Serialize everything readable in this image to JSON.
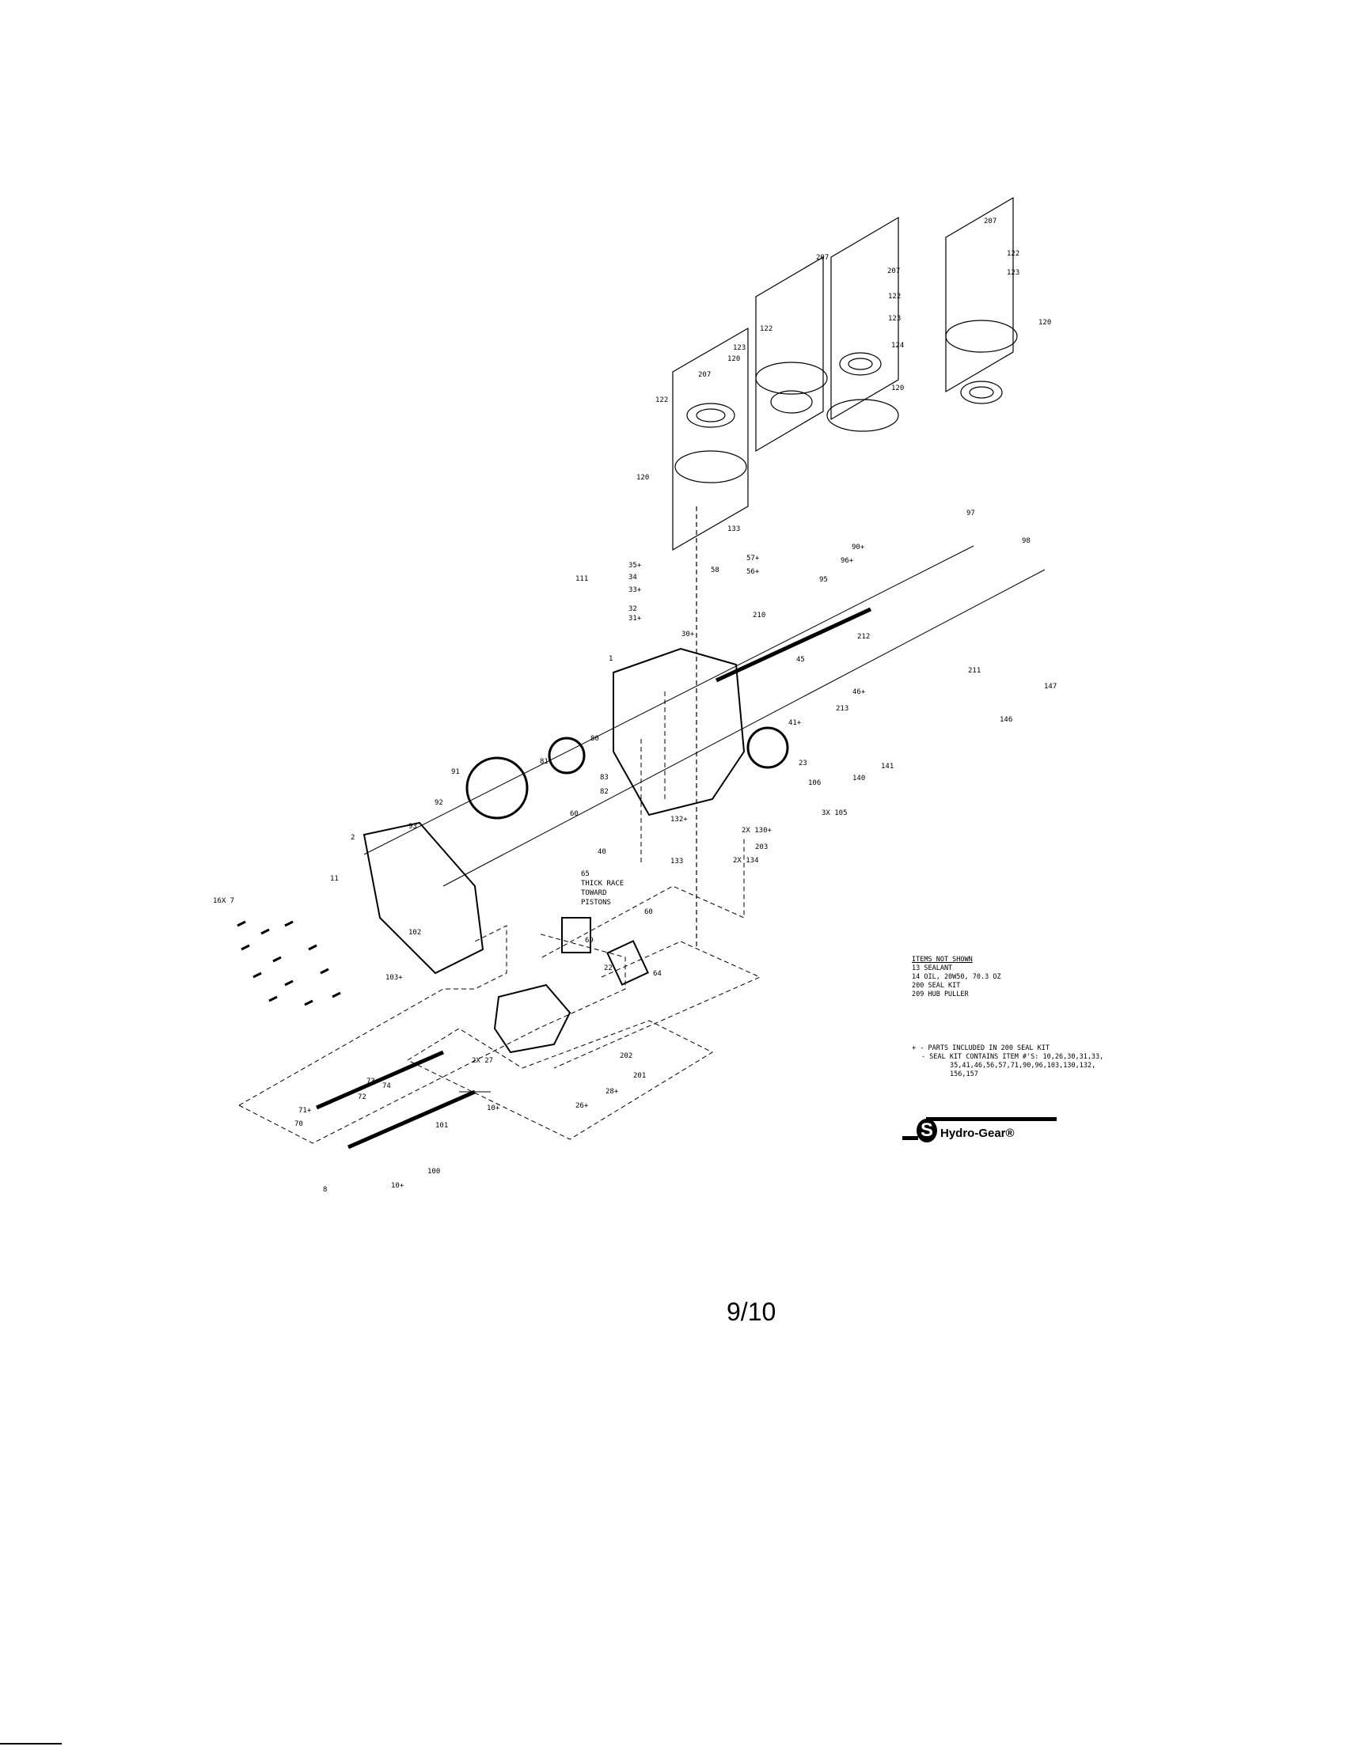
{
  "callouts": [
    "207",
    "207",
    "207",
    "207",
    "122",
    "123",
    "120",
    "122",
    "123",
    "124",
    "120",
    "122",
    "123",
    "120",
    "122",
    "120",
    "133",
    "57+",
    "56+",
    "58",
    "35+",
    "34",
    "33+",
    "32",
    "31+",
    "30+",
    "111",
    "210",
    "212",
    "95",
    "96+",
    "90+",
    "97",
    "98",
    "1",
    "45",
    "46+",
    "211",
    "213",
    "147",
    "146",
    "141",
    "140",
    "41+",
    "23",
    "106",
    "3X 105",
    "2X 130+",
    "132+",
    "203",
    "133",
    "2X 134",
    "80",
    "81",
    "83",
    "82",
    "60",
    "91",
    "92",
    "93",
    "40",
    "2",
    "11",
    "16X 7",
    "65",
    "THICK RACE",
    "TOWARD",
    "PISTONS",
    "60",
    "69",
    "64",
    "22",
    "102",
    "103+",
    "2X 27",
    "202",
    "201",
    "28+",
    "26+",
    "73",
    "74",
    "72",
    "71+",
    "70",
    "10+",
    "101",
    "100",
    "10+",
    "8"
  ],
  "notes": {
    "heading": "ITEMS NOT SHOWN",
    "items": [
      "13 SEALANT",
      "14 OIL, 20W50, 70.3 OZ",
      "200 SEAL KIT",
      "209 HUB PULLER"
    ],
    "legend1": "+ - PARTS INCLUDED IN 200 SEAL KIT",
    "legend2": "- SEAL KIT CONTAINS ITEM #'S: 10,26,30,31,33,",
    "legend3": "35,41,46,56,57,71,90,96,103,130,132,",
    "legend4": "156,157"
  },
  "logo": {
    "text": "Hydro-Gear®"
  },
  "page_number": "9/10"
}
